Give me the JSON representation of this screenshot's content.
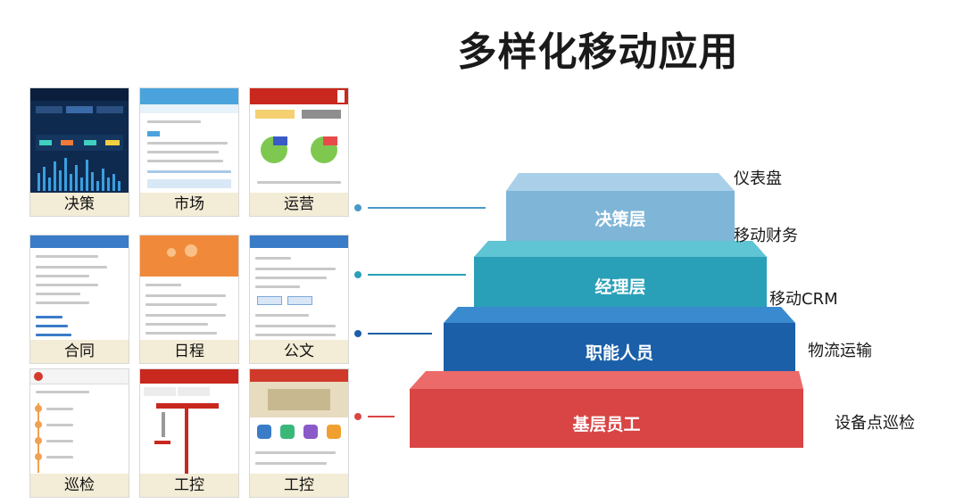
{
  "title": "多样化移动应用",
  "thumbnails": [
    {
      "label": "决策"
    },
    {
      "label": "市场"
    },
    {
      "label": "运营"
    },
    {
      "label": "合同"
    },
    {
      "label": "日程"
    },
    {
      "label": "公文"
    },
    {
      "label": "巡检"
    },
    {
      "label": "工控"
    },
    {
      "label": "工控"
    }
  ],
  "pyramid": {
    "tiers": [
      {
        "label": "决策层",
        "color": "#7fb6d8"
      },
      {
        "label": "经理层",
        "color": "#2aa0b8"
      },
      {
        "label": "职能人员",
        "color": "#1a5fa8"
      },
      {
        "label": "基层员工",
        "color": "#d94545"
      }
    ],
    "side_labels": [
      "仪表盘",
      "移动财务",
      "移动CRM",
      "物流运输",
      "设备点巡检"
    ]
  },
  "colors": {
    "tier1_dot": "#4a9ac8",
    "tier2_dot": "#2aa0b8",
    "tier3_dot": "#1a5fa8",
    "tier4_dot": "#d94545"
  }
}
